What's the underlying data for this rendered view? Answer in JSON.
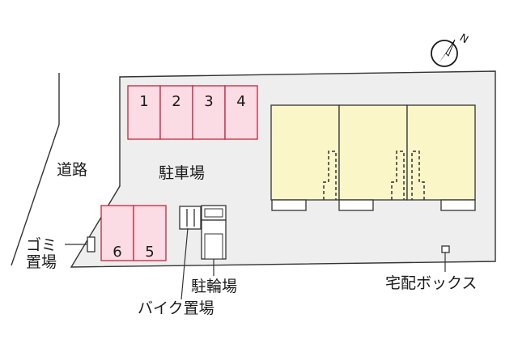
{
  "labels": {
    "road": "道路",
    "parking": "駐車場",
    "garbage_line1": "ゴミ",
    "garbage_line2": "置場",
    "bicycle_parking": "駐輪場",
    "motorbike_parking": "バイク置場",
    "delivery_box": "宅配ボックス",
    "north": "N"
  },
  "parking_spaces_top": [
    "1",
    "2",
    "3",
    "4"
  ],
  "parking_spaces_bottom": [
    "6",
    "5"
  ],
  "colors": {
    "lot": "#eeeeee",
    "parking_fill": "#fbdbe4",
    "parking_stroke": "#c2263e",
    "building_fill": "#fbf6c8",
    "outline": "#333333"
  }
}
